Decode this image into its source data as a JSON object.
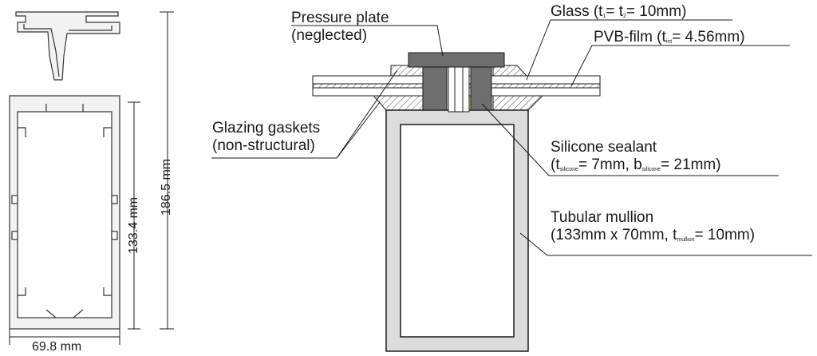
{
  "profile": {
    "width_dim": "69.8 mm",
    "inner_height_dim": "133.4 mm",
    "total_height_dim": "186.5 mm"
  },
  "labels": {
    "pressure_plate": {
      "line1": "Pressure plate",
      "line2": "(neglected)"
    },
    "glass": {
      "prefix": "Glass (t",
      "sub1": "1",
      "mid": "= t",
      "sub2": "2",
      "suffix": "= 10mm)"
    },
    "pvb": {
      "prefix": "PVB-film (t",
      "sub": "int",
      "suffix": "= 4.56mm)"
    },
    "gaskets": {
      "line1": "Glazing gaskets",
      "line2": "(non-structural)"
    },
    "silicone": {
      "line1": "Silicone sealant",
      "l2_prefix": "(t",
      "l2_sub1": "silicone",
      "l2_mid": "= 7mm, b",
      "l2_sub2": "silicone",
      "l2_suffix": "= 21mm)"
    },
    "mullion": {
      "line1": "Tubular mullion",
      "l2_prefix": "(133mm x 70mm, t",
      "l2_sub": "mullion",
      "l2_suffix": "= 10mm)"
    }
  },
  "colors": {
    "sealant": "#d8d48a",
    "mullion": "#dcdcdc",
    "plate": "#6e6e6e",
    "line": "#1a1a1a"
  }
}
